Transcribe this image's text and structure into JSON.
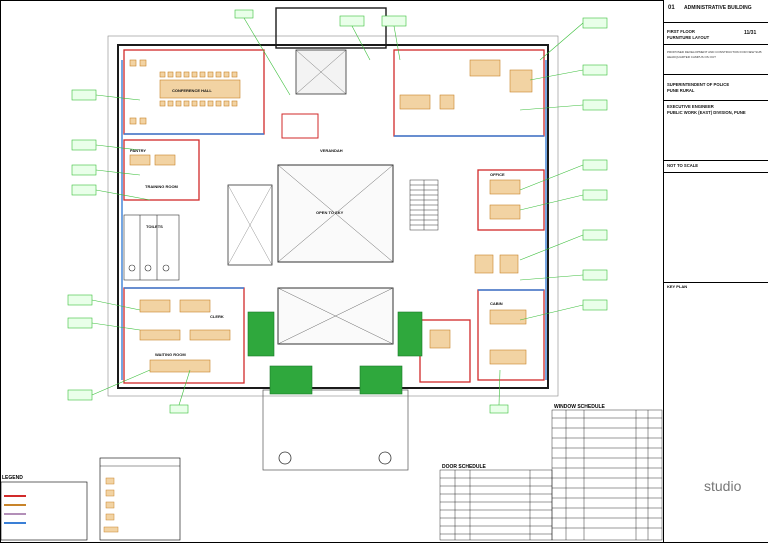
{
  "drawing": {
    "rooms": {
      "conference_hall": "CONFERENCE HALL",
      "pantry": "PANTRY",
      "training_room": "TRAINING ROOM",
      "toilets": "TOILETS",
      "office": "OFFICE",
      "clerk": "CLERK",
      "waiting_room": "WAITING ROOM",
      "cabin": "CABIN",
      "verandah": "VERANDAH",
      "openings": "OPEN TO SKY"
    }
  },
  "window_schedule": {
    "title": "WINDOW SCHEDULE"
  },
  "door_schedule": {
    "title": "DOOR SCHEDULE"
  },
  "legend": {
    "title": "LEGEND"
  },
  "title_block": {
    "sheet_no": "01",
    "building": "ADMINISTRATIVE BUILDING",
    "drawing_title_1": "FIRST FLOOR",
    "drawing_title_2": "FURNITURE LAYOUT",
    "drawing_no": "11/31",
    "project": "PROPOSED DEVELOPMENT AND CONSTRUCTION FOR NEW SUB HEADQUARTER CAMPUS OS OUT",
    "client_1": "SUPERINTENDENT OF POLICE",
    "client_2": "PUNE RURAL",
    "consultant_1": "EXECUTIVE ENGINEER",
    "consultant_2": "PUBLIC WORK (EAST) DIVISION, PUNE",
    "scale": "NOT TO SCALE",
    "key_plan": "KEY PLAN",
    "brand": "studio"
  },
  "colors": {
    "wall": "#1a1a1a",
    "red_partition": "#d12a2a",
    "blue_glass": "#3a7fd6",
    "furniture": "#c8842a",
    "green_callout": "#3bbf3b",
    "lawn": "#22a035"
  }
}
